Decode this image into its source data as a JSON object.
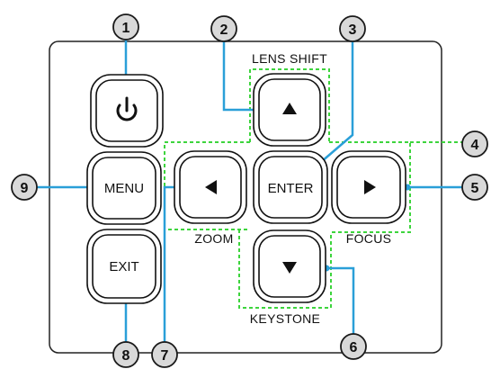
{
  "colors": {
    "leader": "#2a9fd8",
    "callout_fill": "#d9d9d9",
    "callout_stroke": "#1a1a1a",
    "group_outline": "#3dd43d",
    "panel_stroke": "#222222",
    "button_stroke": "#111111"
  },
  "buttons": {
    "power_icon": "power-icon",
    "up_icon": "triangle-up-icon",
    "down_icon": "triangle-down-icon",
    "left_icon": "triangle-left-icon",
    "right_icon": "triangle-right-icon",
    "menu_label": "MENU",
    "enter_label": "ENTER",
    "exit_label": "EXIT"
  },
  "groups": {
    "lens_shift": "LENS SHIFT",
    "zoom": "ZOOM",
    "focus": "FOCUS",
    "keystone": "KEYSTONE"
  },
  "callouts": {
    "c1": "1",
    "c2": "2",
    "c3": "3",
    "c4": "4",
    "c5": "5",
    "c6": "6",
    "c7": "7",
    "c8": "8",
    "c9": "9"
  }
}
